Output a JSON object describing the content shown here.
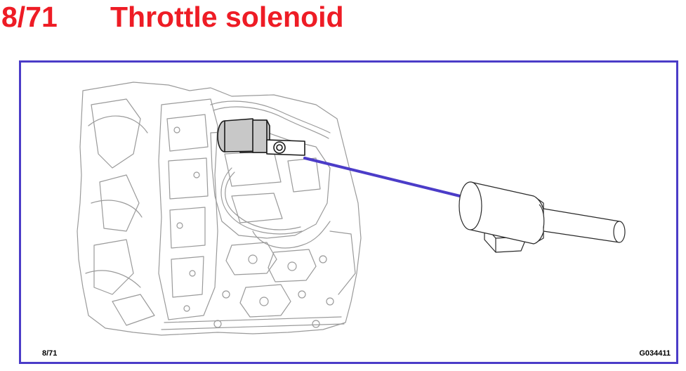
{
  "header": {
    "slide_number": "8/71",
    "title": "Throttle solenoid"
  },
  "figure": {
    "ref_left": "8/71",
    "ref_right": "G034411",
    "pointer_color": "#4b3cc8",
    "highlight_color": "#c8c8c8",
    "frame_color": "#4b3cc8",
    "title_color": "#ee1c25"
  }
}
